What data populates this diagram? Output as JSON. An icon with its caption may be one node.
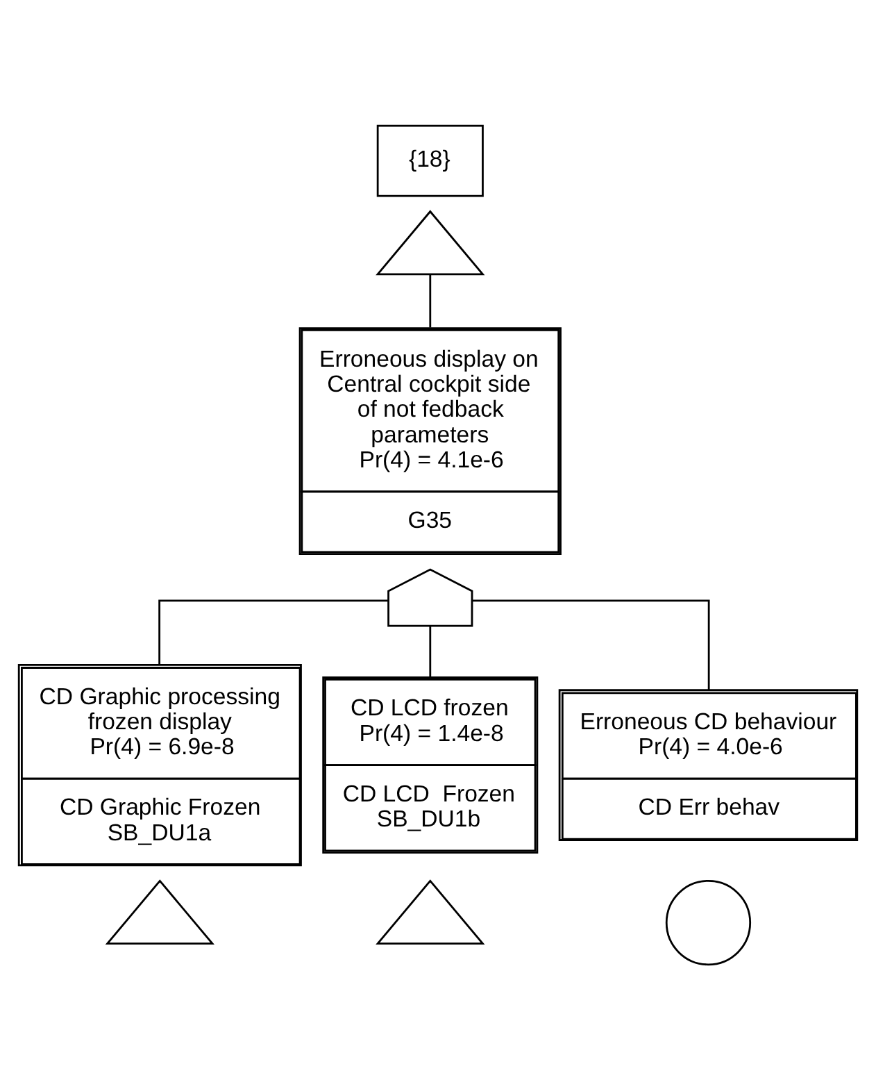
{
  "diagram": {
    "nodes": [
      {
        "text": [
          "{18}"
        ]
      },
      {
        "text": [],
        "shape": "triangle"
      },
      {
        "text": [
          "Erroneous display on Central cockpit side of not fedback parameters",
          "Pr(4) = 4.1e-6",
          "G35"
        ]
      },
      {
        "text": [],
        "shape": "gate"
      },
      {
        "text": [
          "CD Graphic processing frozen display",
          "Pr(4) = 6.9e-8",
          "CD Graphic Frozen SB_DU1a"
        ]
      },
      {
        "text": [],
        "shape": "triangle"
      },
      {
        "text": [
          "CD LCD frozen",
          "Pr(4) = 1.4e-8",
          "CD LCD  Frozen SB_DU1b"
        ]
      },
      {
        "text": [],
        "shape": "triangle"
      },
      {
        "text": [
          "Erroneous CD behaviour",
          "Pr(4) = 4.0e-6",
          "CD Err behav"
        ]
      },
      {
        "text": [],
        "shape": "circle"
      }
    ],
    "edges": [
      {
        "from": 1,
        "to": 2,
        "arrow": "none"
      },
      {
        "from": 3,
        "to": 4,
        "arrow": "none"
      },
      {
        "from": 3,
        "to": 6,
        "arrow": "none"
      },
      {
        "from": 3,
        "to": 8,
        "arrow": "none"
      }
    ]
  }
}
